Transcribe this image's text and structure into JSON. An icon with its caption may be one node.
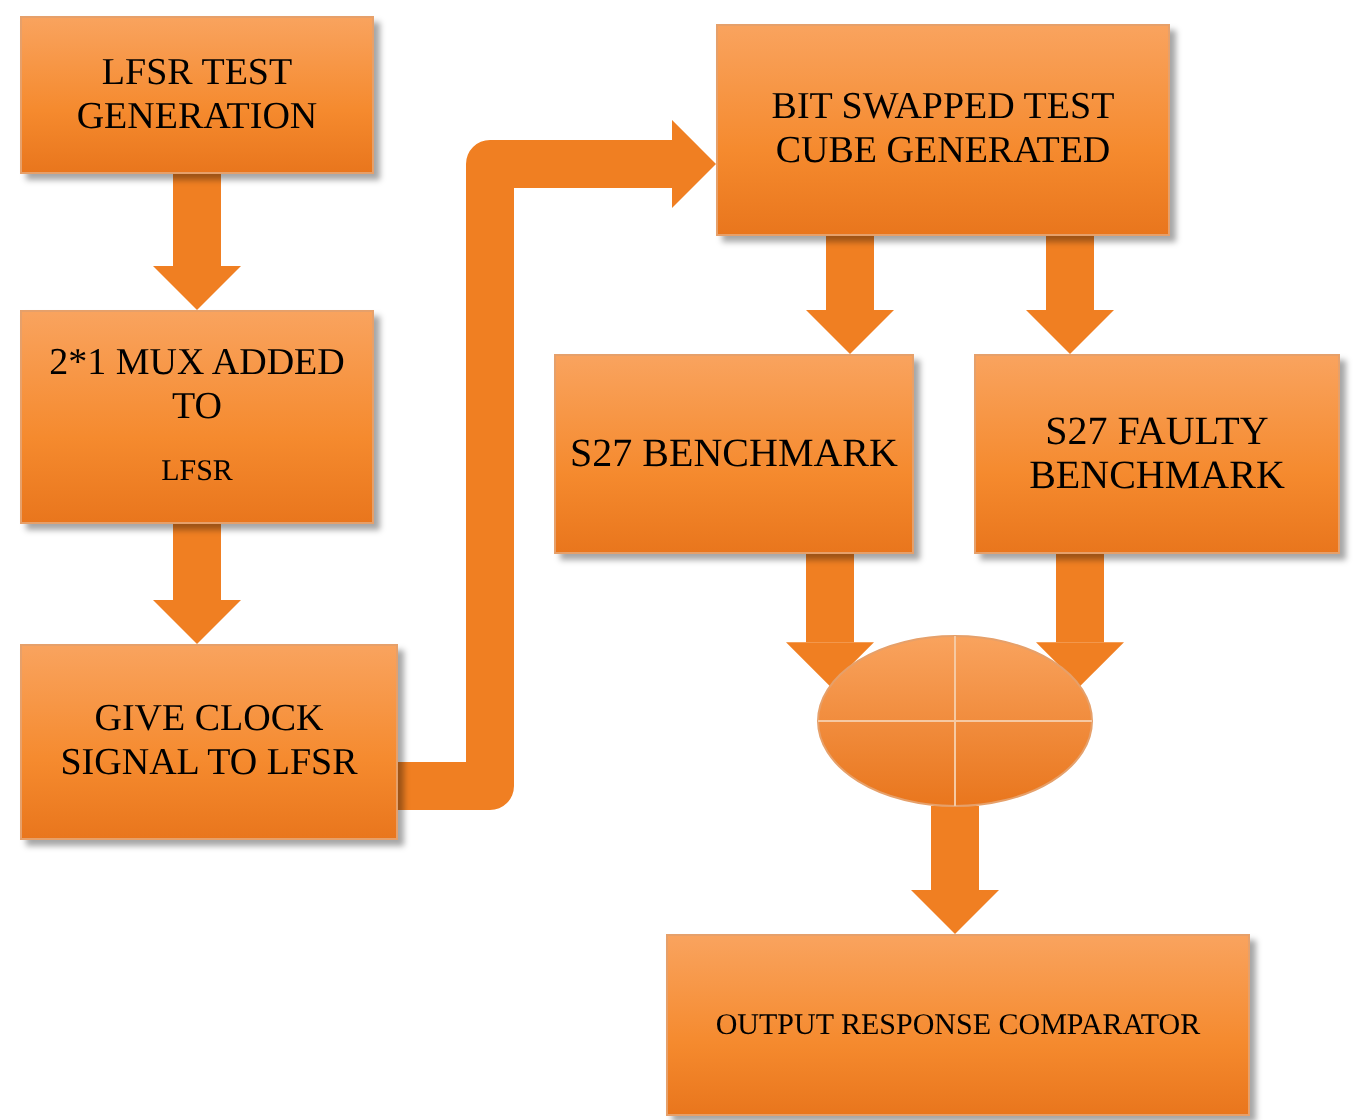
{
  "diagram": {
    "nodes": [
      {
        "text": [
          "LFSR TEST GENERATION"
        ]
      },
      {
        "text": [
          "2*1 MUX ADDED TO",
          "LFSR"
        ]
      },
      {
        "text": [
          "GIVE CLOCK SIGNAL TO LFSR"
        ]
      },
      {
        "text": [
          "BIT SWAPPED TEST CUBE GENERATED"
        ]
      },
      {
        "text": [
          "S27 BENCHMARK"
        ]
      },
      {
        "text": [
          "S27 FAULTY BENCHMARK"
        ]
      },
      {
        "text": [],
        "shape": "ellipse"
      },
      {
        "text": [
          "OUTPUT RESPONSE COMPARATOR"
        ]
      }
    ],
    "edges": [
      {
        "from": 0,
        "to": 1,
        "arrow": "to"
      },
      {
        "from": 1,
        "to": 2,
        "arrow": "to"
      },
      {
        "from": 2,
        "to": 3,
        "arrow": "to"
      },
      {
        "from": 3,
        "to": 4,
        "arrow": "to"
      },
      {
        "from": 3,
        "to": 5,
        "arrow": "to"
      },
      {
        "from": 4,
        "to": 6,
        "arrow": "to"
      },
      {
        "from": 5,
        "to": 6,
        "arrow": "to"
      },
      {
        "from": 6,
        "to": 7,
        "arrow": "to"
      }
    ]
  }
}
